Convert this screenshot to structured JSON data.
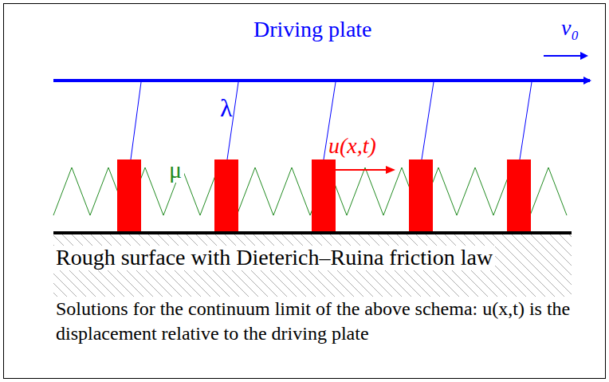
{
  "diagram": {
    "caption": "Solutions for the continuum limit of the above schema: u(x,t) is the displacement relative to the driving plate",
    "labels": [
      "Driving plate",
      "v₀",
      "λ",
      "μ",
      "u(x,t)",
      "Rough surface with Dieterich–Ruina friction law"
    ]
  }
}
